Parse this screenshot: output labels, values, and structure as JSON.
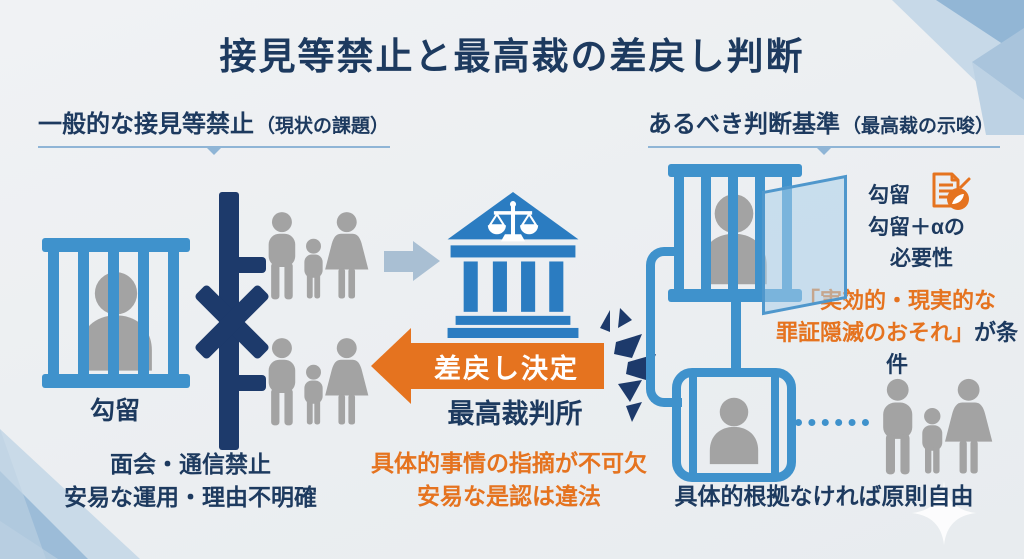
{
  "title": "接見等禁止と最高裁の差戻し判断",
  "left": {
    "header": "一般的な接見等禁止",
    "header_note": "（現状の課題）",
    "cell_label": "勾留",
    "caption_line1": "面会・通信禁止",
    "caption_line2": "安易な運用・理由不明確"
  },
  "center": {
    "remand_arrow_label": "差戻し決定",
    "court_name": "最高裁判所",
    "note_line1": "具体的事情の指摘が不可欠",
    "note_line2": "安易な是認は違法"
  },
  "right": {
    "header": "あるべき判断基準",
    "header_note": "（最高裁の示唆）",
    "necessity_line1": "勾留",
    "necessity_line2": "勾留＋αの",
    "necessity_line3": "必要性",
    "condition_quote_line1": "「実効的・現実的な",
    "condition_quote_line2": "罪証隠滅のおそれ」",
    "condition_suffix": "が条件",
    "caption": "具体的根拠なければ原則自由"
  },
  "colors": {
    "background": "#edeff1",
    "navy_text": "#1d3a5f",
    "barrier_navy": "#1d3a6b",
    "bar_blue": "#3f92cc",
    "court_blue": "#2b7cc1",
    "accent_orange": "#e5731f",
    "silhouette_gray": "#a3a3a3",
    "light_arrow": "#a9bfd3",
    "header_rule": "#8fb5d6"
  },
  "icons": {
    "jail_cell": "jail-cell-icon",
    "prisoner": "prisoner-icon",
    "family": "family-icon",
    "blocked_contact": "blocked-contact-x-icon",
    "flow_arrow": "flow-arrow-icon",
    "courthouse": "courthouse-icon",
    "scales": "scales-of-justice-icon",
    "remand_arrow": "remand-arrow-icon",
    "impact": "impact-burst-icon",
    "glass_partition": "glass-partition-icon",
    "document_review": "document-review-icon",
    "dotted_connector": "dotted-line-connector",
    "sparkle": "sparkle-icon"
  }
}
